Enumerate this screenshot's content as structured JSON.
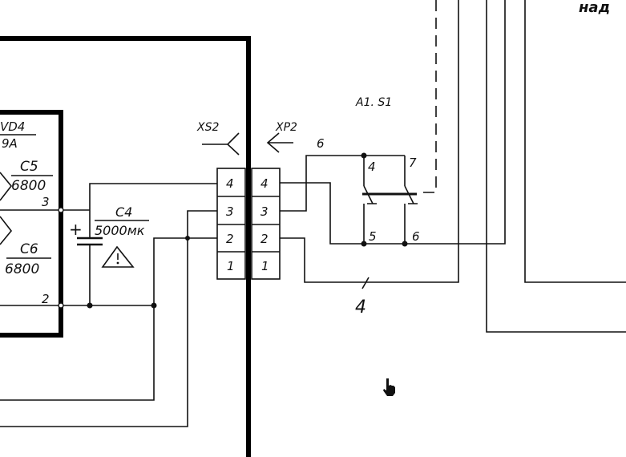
{
  "labels": {
    "vd4": "VD4",
    "ya": "9A",
    "c5": "C5",
    "c5_value": "6800",
    "c6": "C6",
    "c6_value": "6800",
    "c4": "C4",
    "c4_value": "5000мк",
    "xs2": "XS2",
    "xp2": "XP2",
    "a1s1": "A1. S1",
    "top_right": "над",
    "wire_number": "4",
    "node_3": "3",
    "node_2": "2",
    "plus": "+"
  },
  "connector_pins": [
    "4",
    "3",
    "2",
    "1"
  ],
  "switch_pins": {
    "p4": "4",
    "p7": "7",
    "p5": "5",
    "p6a": "6",
    "p6b": "6"
  }
}
